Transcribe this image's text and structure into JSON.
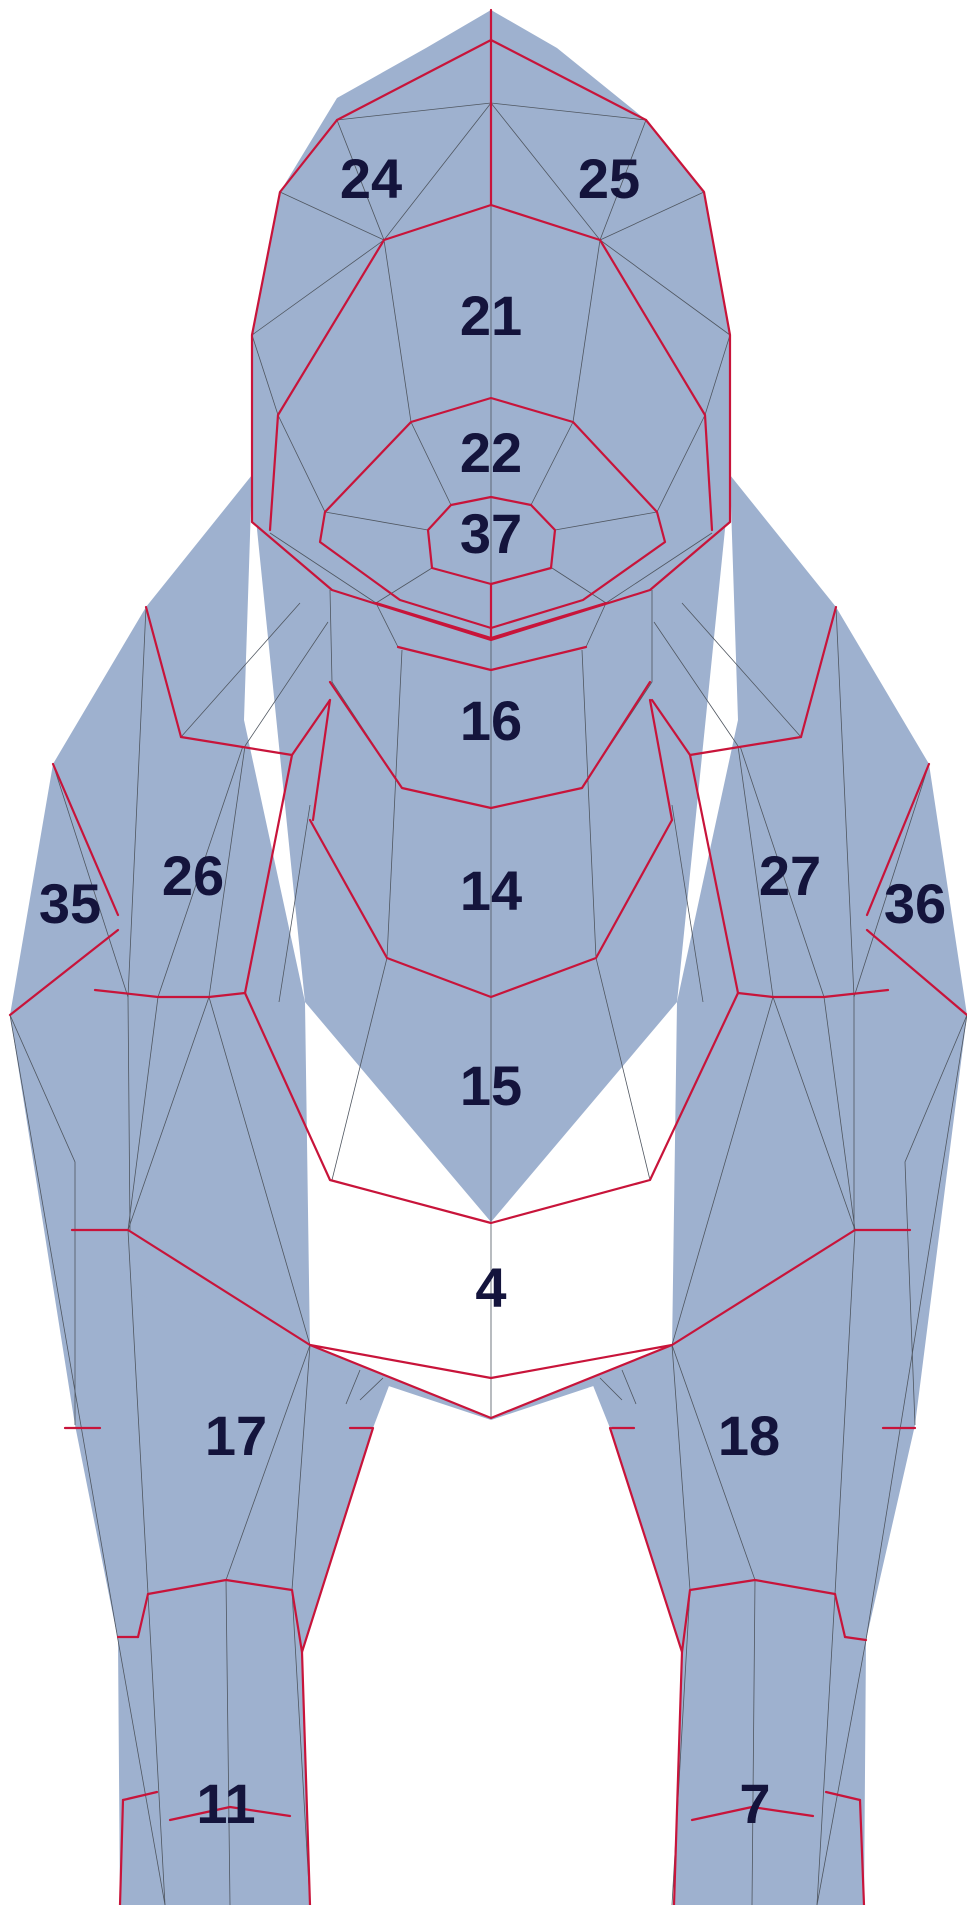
{
  "colors": {
    "fill": "#9eb1cf",
    "fold_line": "#4f5660",
    "cut_line": "#c8143a",
    "label": "#14143c",
    "background": "#ffffff"
  },
  "region_labels": [
    "24",
    "25",
    "21",
    "22",
    "37",
    "16",
    "14",
    "15",
    "4",
    "26",
    "27",
    "35",
    "36",
    "17",
    "18",
    "11",
    "7"
  ]
}
